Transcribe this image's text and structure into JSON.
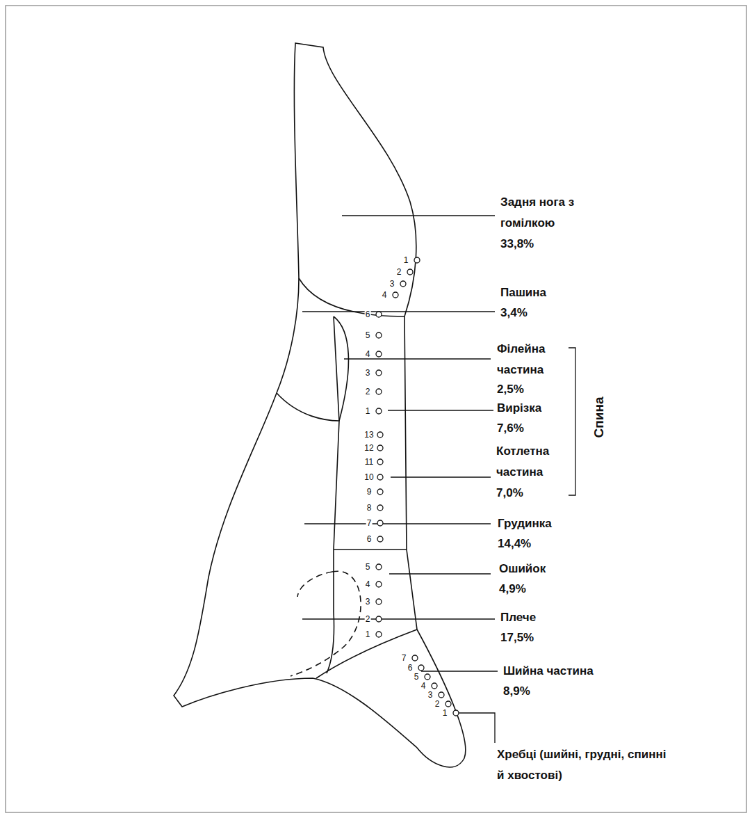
{
  "diagram": {
    "labels": [
      "Задня нога з гомілкою",
      "33,8%",
      "Пашина",
      "3,4%",
      "Філейна частина",
      "2,5%",
      "Вирізка",
      "7,6%",
      "Котлетна частина",
      "7,0%",
      "Грудинка",
      "14,4%",
      "Ошийок",
      "4,9%",
      "Плече",
      "17,5%",
      "Шийна частина",
      "8,9%",
      "Хребці (шийні, грудні, спинні й хвостові)",
      "Спина",
      "1",
      "2",
      "3",
      "4",
      "6",
      "5",
      "4",
      "3",
      "2",
      "1",
      "13",
      "12",
      "11",
      "10",
      "9",
      "8",
      "7",
      "6",
      "5",
      "4",
      "3",
      "2",
      "1",
      "7",
      "6",
      "5",
      "4",
      "3",
      "2",
      "1"
    ]
  }
}
